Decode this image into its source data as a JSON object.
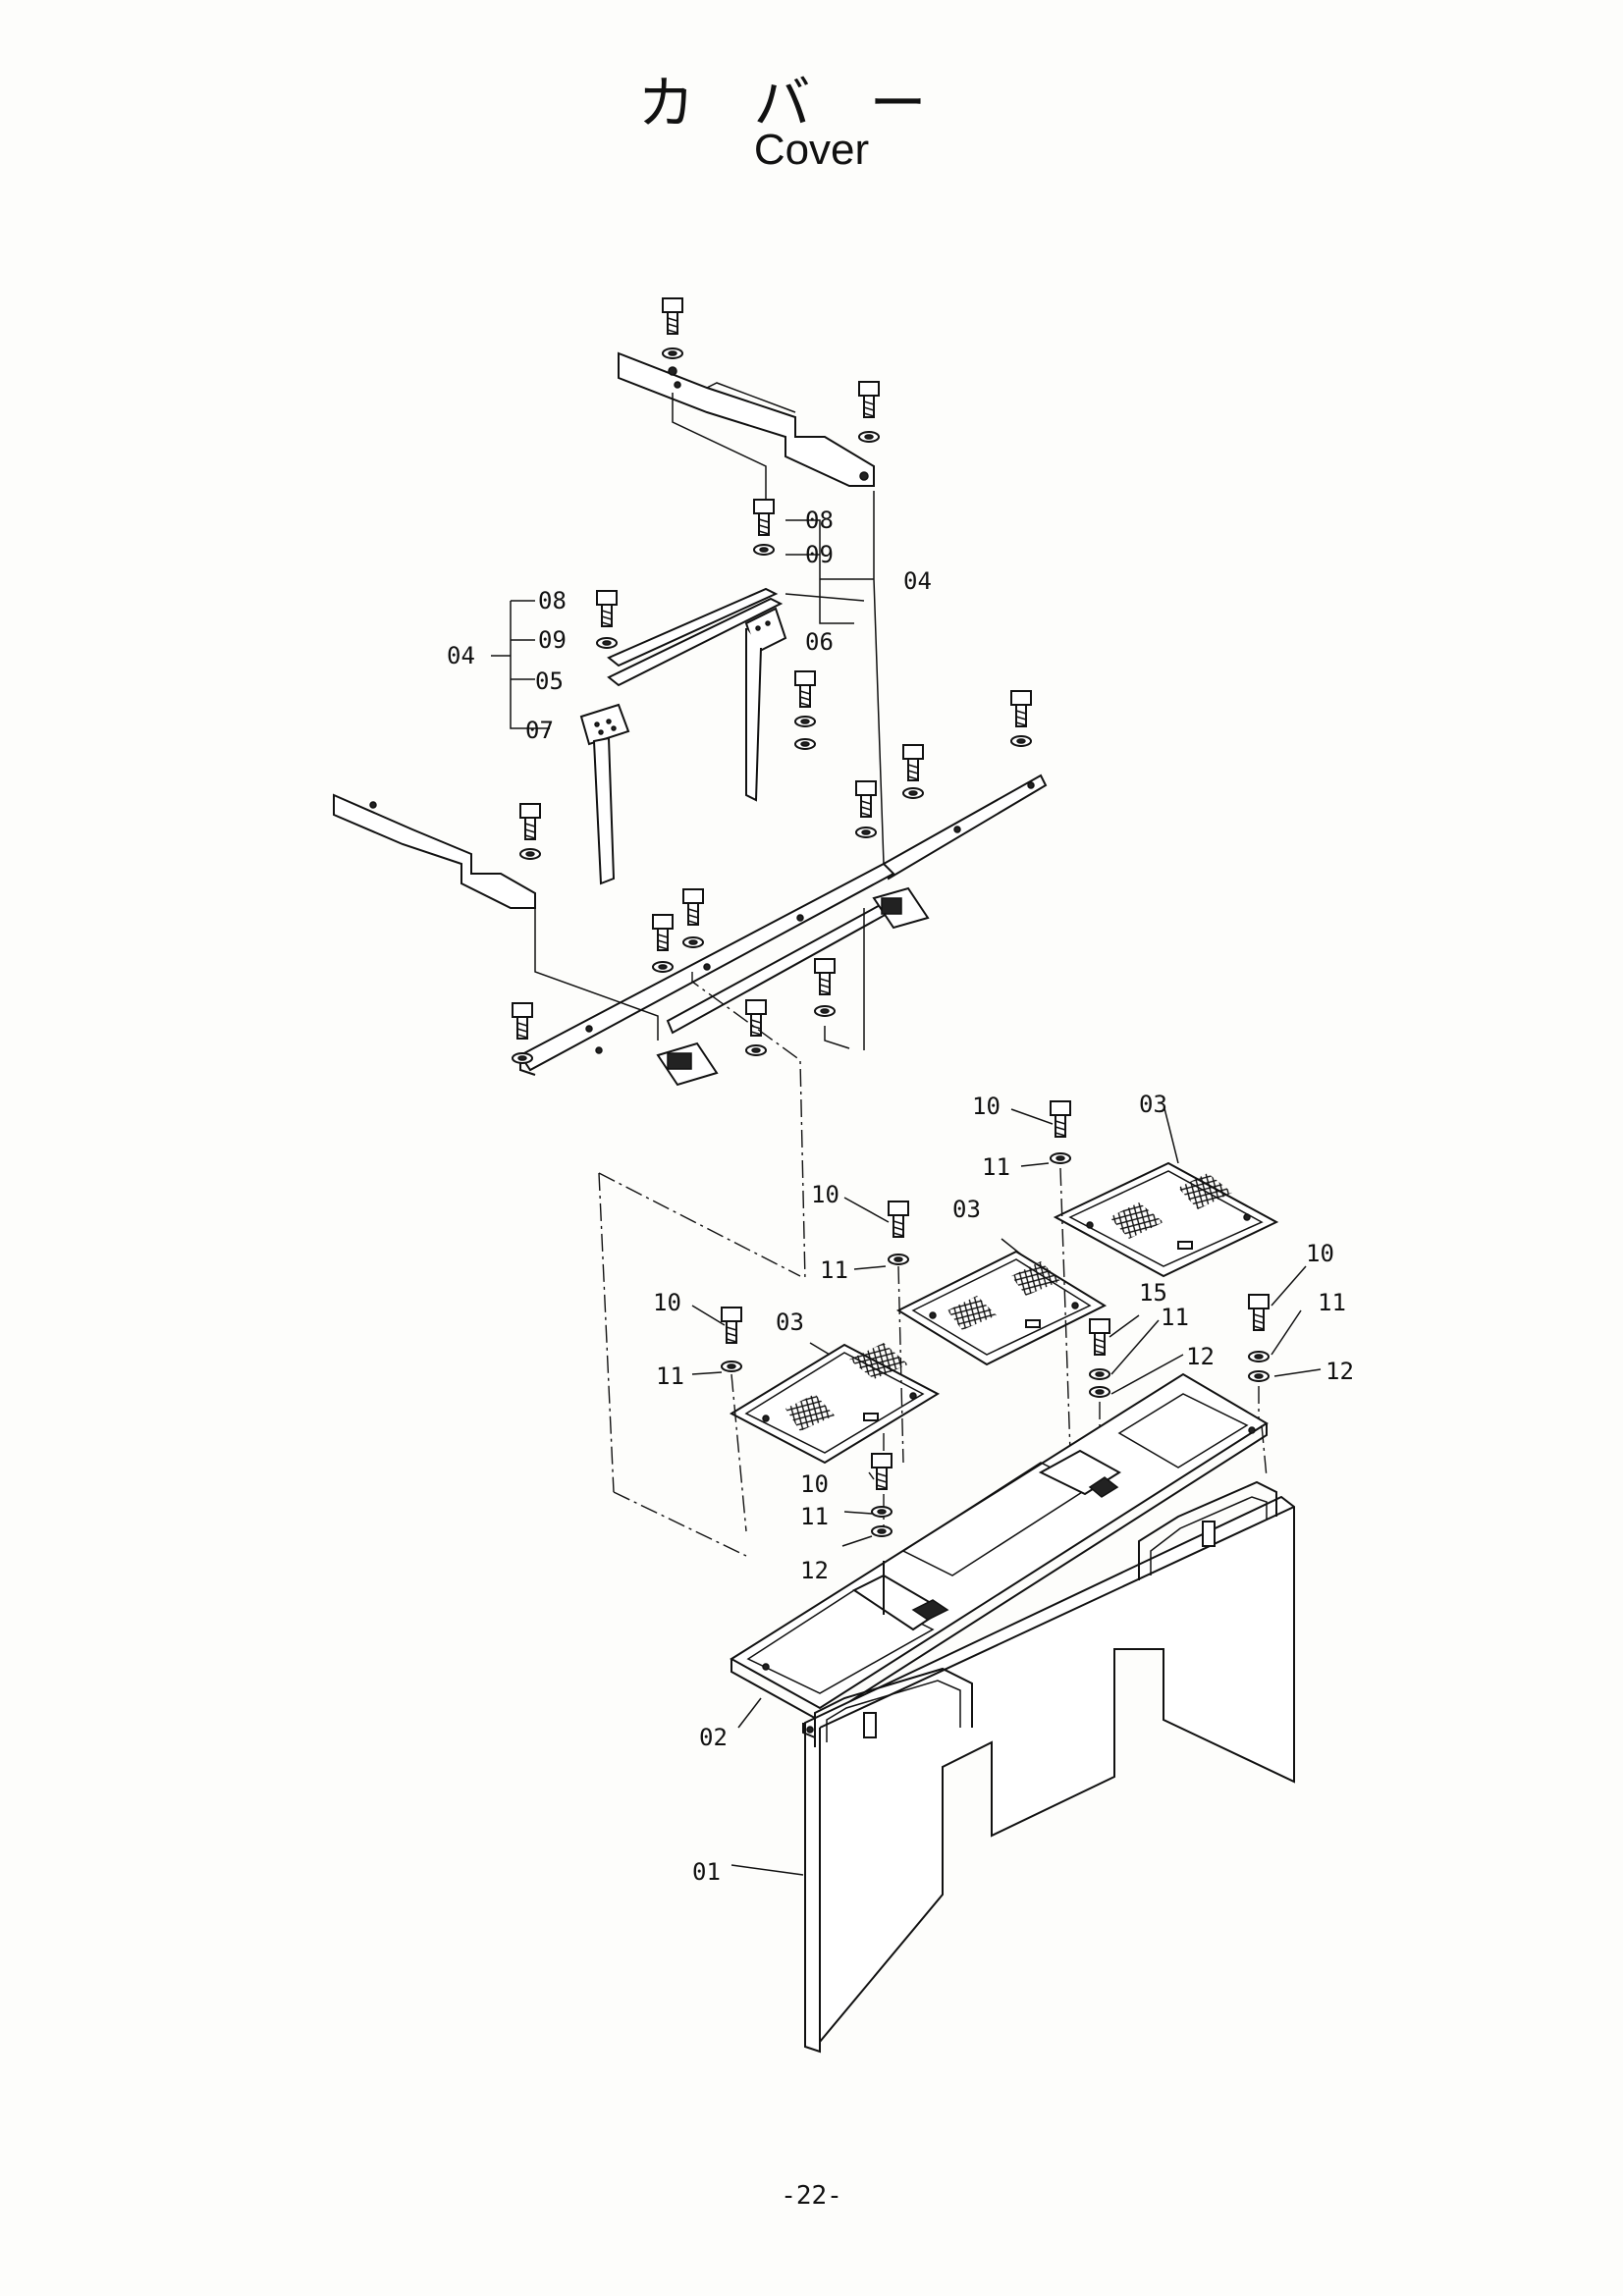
{
  "title_jp": "カバー",
  "title_en": "Cover",
  "page_number": "-22-",
  "callouts": {
    "c01": "01",
    "c02": "02",
    "c03a": "03",
    "c03b": "03",
    "c03c": "03",
    "c04a": "04",
    "c04b": "04",
    "c05": "05",
    "c06": "06",
    "c07": "07",
    "c08a": "08",
    "c08b": "08",
    "c09a": "09",
    "c09b": "09",
    "c10a": "10",
    "c10b": "10",
    "c10c": "10",
    "c10d": "10",
    "c10e": "10",
    "c11a": "11",
    "c11b": "11",
    "c11c": "11",
    "c11d": "11",
    "c11e": "11",
    "c11f": "11",
    "c12a": "12",
    "c12b": "12",
    "c12c": "12",
    "c15": "15"
  }
}
